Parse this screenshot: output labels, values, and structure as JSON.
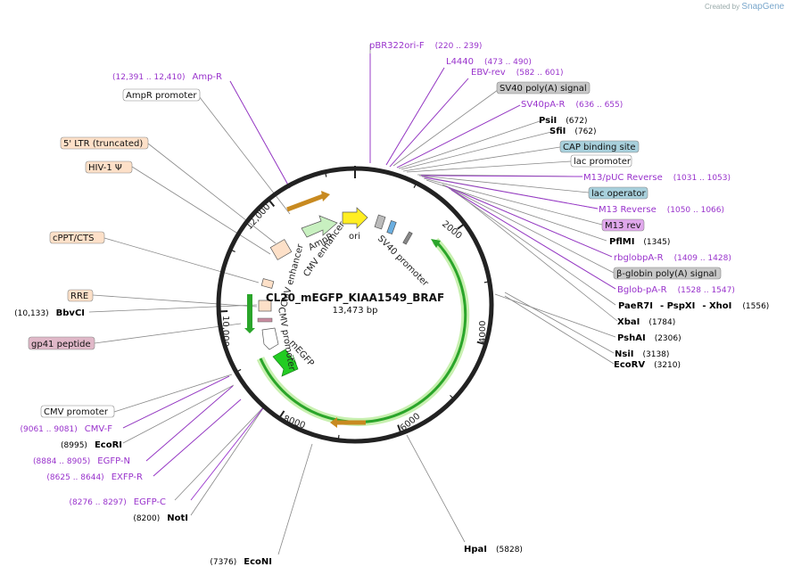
{
  "credit": {
    "prefix": "Created by",
    "brand": "SnapGene"
  },
  "plasmid": {
    "name": "CL20_mEGFP_KIAA1549_BRAF",
    "length_label": "13,473 bp",
    "length": 13473
  },
  "ticks": [
    "2000",
    "4000",
    "6000",
    "8000",
    "10,000",
    "12,000"
  ],
  "colors": {
    "primer": "#9933cc",
    "enzyme": "#000000",
    "line": "#777777",
    "cds_green": "#22aa22",
    "backbone": "#222222"
  },
  "features_inside": {
    "ampr": "AmpR",
    "ori": "ori",
    "sv40_promoter": "SV40 promoter",
    "cmv_enhancer_top": "CMV enhancer",
    "cmv_enhancer_left": "CMV enhancer",
    "cmv_promoter": "CMV promoter",
    "megfp": "mEGFP"
  },
  "labels": {
    "pbr322ori_f": {
      "name": "pBR322ori-F",
      "range": "(220 .. 239)"
    },
    "l4440": {
      "name": "L4440",
      "range": "(473 .. 490)"
    },
    "ebv_rev": {
      "name": "EBV-rev",
      "range": "(582 .. 601)"
    },
    "sv40_polya": {
      "name": "SV40 poly(A) signal"
    },
    "sv40pa_r": {
      "name": "SV40pA-R",
      "range": "(636 .. 655)"
    },
    "psii": {
      "name": "PsiI",
      "pos": "(672)"
    },
    "sfii": {
      "name": "SfiI",
      "pos": "(762)"
    },
    "cap": {
      "name": "CAP binding site"
    },
    "lac_promoter": {
      "name": "lac promoter"
    },
    "m13_puc_rev": {
      "name": "M13/pUC Reverse",
      "range": "(1031 .. 1053)"
    },
    "lac_operator": {
      "name": "lac operator"
    },
    "m13_reverse": {
      "name": "M13 Reverse",
      "range": "(1050 .. 1066)"
    },
    "m13_rev": {
      "name": "M13 rev"
    },
    "pfimi": {
      "name": "PflMI",
      "pos": "(1345)"
    },
    "rbglobpa_r": {
      "name": "rbglobpA-R",
      "range": "(1409 .. 1428)"
    },
    "bglob_polya": {
      "name": "β-globin poly(A) signal"
    },
    "bglob_pa_r": {
      "name": "Bglob-pA-R",
      "range": "(1528 .. 1547)"
    },
    "paer7i": {
      "name": "PaeR7I",
      "sep1": "- PspXI",
      "sep2": "- XhoI",
      "pos": "(1556)"
    },
    "xbai": {
      "name": "XbaI",
      "pos": "(1784)"
    },
    "pshai": {
      "name": "PshAI",
      "pos": "(2306)"
    },
    "nsii": {
      "name": "NsiI",
      "pos": "(3138)"
    },
    "ecorv": {
      "name": "EcoRV",
      "pos": "(3210)"
    },
    "hpai": {
      "name": "HpaI",
      "pos": "(5828)"
    },
    "econi": {
      "name": "EcoNI",
      "pos": "(7376)"
    },
    "noti": {
      "name": "NotI",
      "pos": "(8200)"
    },
    "egfp_c": {
      "name": "EGFP-C",
      "range": "(8276 .. 8297)"
    },
    "exfp_r": {
      "name": "EXFP-R",
      "range": "(8625 .. 8644)"
    },
    "egfp_n": {
      "name": "EGFP-N",
      "range": "(8884 .. 8905)"
    },
    "ecori": {
      "name": "EcoRI",
      "pos": "(8995)"
    },
    "cmv_f": {
      "name": "CMV-F",
      "range": "(9061 .. 9081)"
    },
    "cmv_promoter_box": {
      "name": "CMV promoter"
    },
    "gp41": {
      "name": "gp41 peptide"
    },
    "bbvci": {
      "name": "BbvCI",
      "pos": "(10,133)"
    },
    "rre": {
      "name": "RRE"
    },
    "cppt": {
      "name": "cPPT/CTS"
    },
    "hiv_psi": {
      "name": "HIV-1 Ψ"
    },
    "ltr": {
      "name": "5' LTR (truncated)"
    },
    "ampr_promoter": {
      "name": "AmpR promoter"
    },
    "amp_r": {
      "name": "Amp-R",
      "range": "(12,391 .. 12,410)"
    }
  }
}
